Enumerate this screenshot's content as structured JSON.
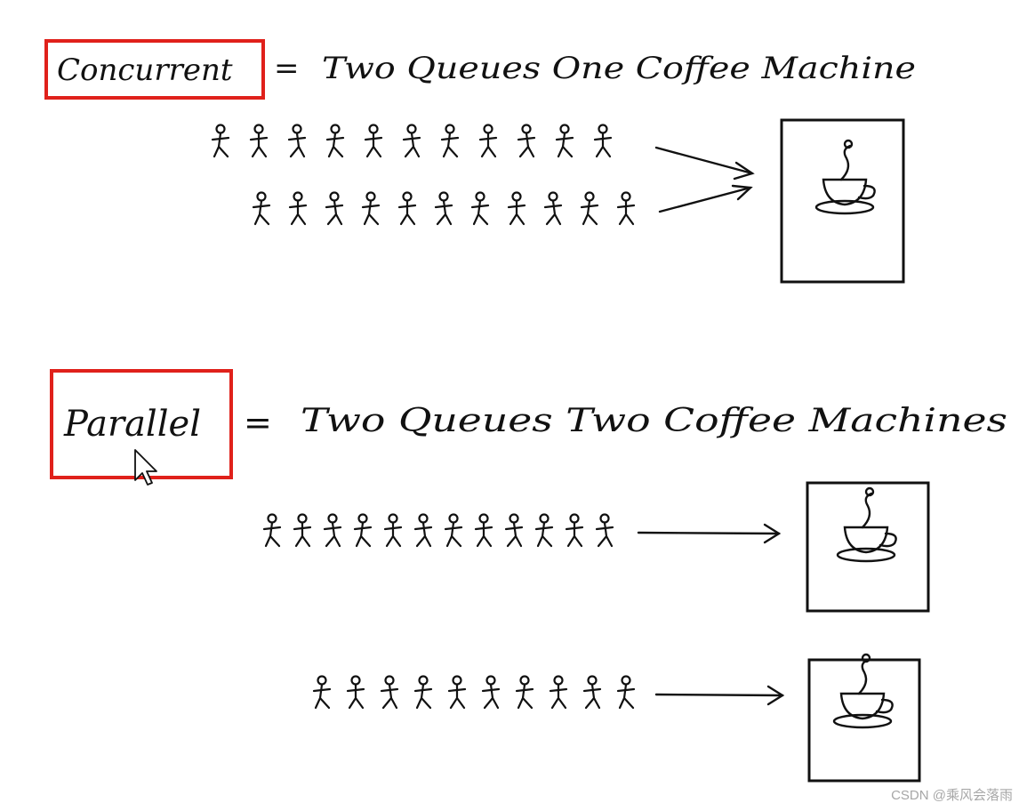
{
  "sections": [
    {
      "term": "Concurrent",
      "equals": "=",
      "description": "Two Queues One Coffee Machine",
      "queues": [
        {
          "people": 11
        },
        {
          "people": 11
        }
      ],
      "machines": 1
    },
    {
      "term": "Parallel",
      "equals": "=",
      "description": "Two Queues Two Coffee Machines",
      "queues": [
        {
          "people": 12
        },
        {
          "people": 10
        }
      ],
      "machines": 2
    }
  ],
  "watermark": "CSDN @乘风会落雨",
  "colors": {
    "highlight_box": "#e0211b",
    "ink": "#111111"
  },
  "icons": [
    "stick-figure-icon",
    "arrow-icon",
    "coffee-cup-icon",
    "mouse-cursor-icon"
  ]
}
